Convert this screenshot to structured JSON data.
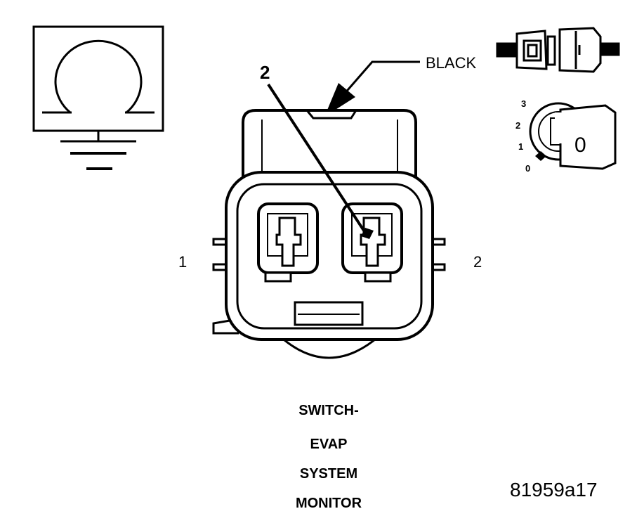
{
  "diagram": {
    "wire_color_label": "BLACK",
    "probe_pin_label": "2",
    "pin_left_label": "1",
    "pin_right_label": "2",
    "caption_lines": [
      "SWITCH-",
      "EVAP",
      "SYSTEM",
      "MONITOR"
    ],
    "figure_code": "81959a17",
    "ignition": {
      "positions": [
        "3",
        "2",
        "1",
        "0"
      ],
      "key_value": "0"
    },
    "icons": {
      "meter": "ohmmeter-ground-icon",
      "connector_pair": "connector-disconnected-icon",
      "ignition_key": "ignition-key-icon"
    }
  }
}
